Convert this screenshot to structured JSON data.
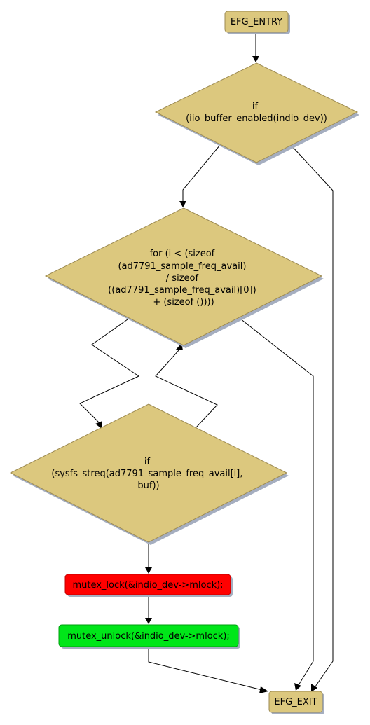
{
  "colors": {
    "node_fill": "#dcc87e",
    "node_border": "#9c8a52",
    "shadow": "#a5aec0",
    "lock_fill": "#ff0000",
    "lock_border": "#c00000",
    "unlock_fill": "#00e619",
    "unlock_border": "#00a010",
    "edge": "#000000"
  },
  "nodes": {
    "entry": {
      "label": "EFG_ENTRY"
    },
    "if_buffer": {
      "lines": [
        "if",
        "(iio_buffer_enabled(indio_dev))"
      ]
    },
    "for_loop": {
      "lines": [
        "for (i < (sizeof",
        "(ad7791_sample_freq_avail)",
        "/ sizeof",
        "((ad7791_sample_freq_avail)[0])",
        "+ (sizeof ())))"
      ]
    },
    "if_streq": {
      "lines": [
        "if",
        "(sysfs_streq(ad7791_sample_freq_avail[i],",
        "buf))"
      ]
    },
    "mutex_lock": {
      "label": "mutex_lock(&indio_dev->mlock);"
    },
    "mutex_unlock": {
      "label": "mutex_unlock(&indio_dev->mlock);"
    },
    "exit": {
      "label": "EFG_EXIT"
    }
  }
}
